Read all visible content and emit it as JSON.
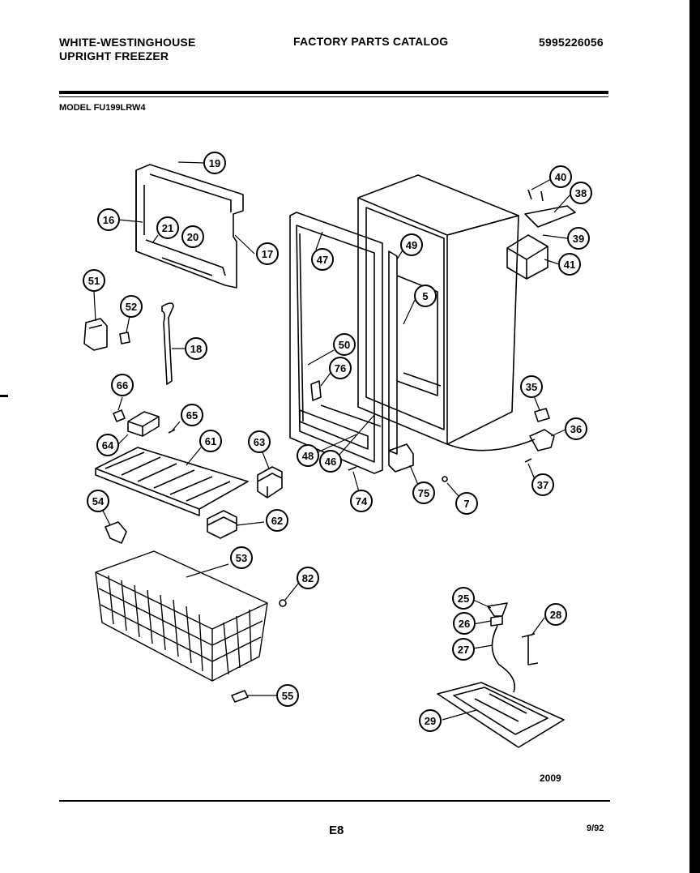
{
  "header": {
    "brand": "WHITE-WESTINGHOUSE",
    "product": "UPRIGHT FREEZER",
    "catalog": "FACTORY PARTS CATALOG",
    "part_number": "5995226056"
  },
  "model_line": "MODEL FU199LRW4",
  "diagram": {
    "callouts": [
      "19",
      "16",
      "21",
      "20",
      "17",
      "51",
      "52",
      "18",
      "66",
      "65",
      "64",
      "61",
      "63",
      "54",
      "62",
      "53",
      "82",
      "55",
      "47",
      "49",
      "5",
      "50",
      "76",
      "48",
      "46",
      "74",
      "75",
      "7",
      "40",
      "38",
      "39",
      "41",
      "35",
      "36",
      "37",
      "25",
      "26",
      "27",
      "28",
      "29"
    ]
  },
  "footer": {
    "drawing_number": "2009",
    "page": "E8",
    "date": "9/92"
  }
}
